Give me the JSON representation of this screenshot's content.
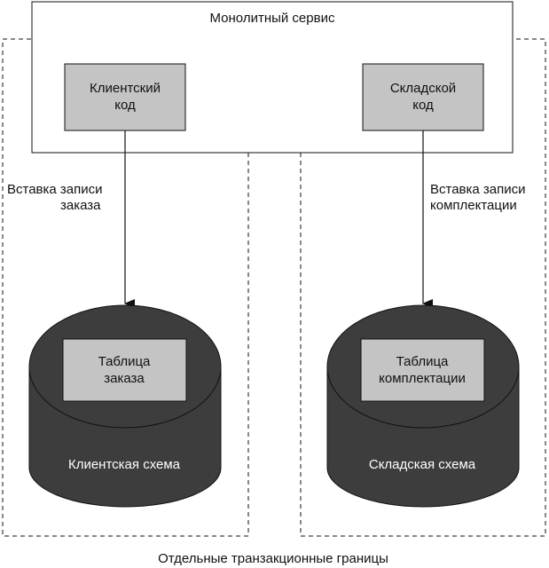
{
  "monolith": {
    "title": "Монолитный сервис"
  },
  "services": {
    "client": {
      "line1": "Клиентский",
      "line2": "код"
    },
    "warehouse": {
      "line1": "Складской",
      "line2": "код"
    }
  },
  "arrows": {
    "client": {
      "line1": "Вставка записи",
      "line2": "заказа"
    },
    "warehouse": {
      "line1": "Вставка записи",
      "line2": "комплектации"
    }
  },
  "databases": {
    "client": {
      "table_line1": "Таблица",
      "table_line2": "заказа",
      "schema": "Клиентская схема"
    },
    "warehouse": {
      "table_line1": "Таблица",
      "table_line2": "комплектации",
      "schema": "Складская схема"
    }
  },
  "footer": {
    "caption": "Отдельные транзакционные границы"
  },
  "colors": {
    "cylinder_fill": "#3d3d3d",
    "box_fill": "#c4c4c4",
    "stroke": "#111111"
  }
}
